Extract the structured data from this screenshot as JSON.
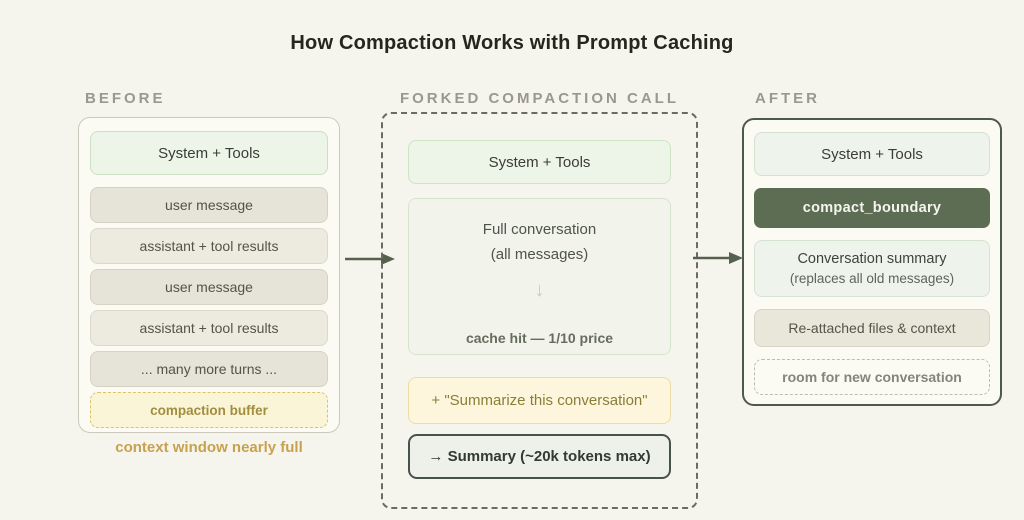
{
  "title": "How Compaction Works with Prompt Caching",
  "colors": {
    "page_background": "#f6f5ed",
    "accent_green_dark": "#5d6d53",
    "accent_green_light": "#edf4e8",
    "accent_yellow_text": "#c8a14f",
    "arrow": "#56604f"
  },
  "before": {
    "label": "BEFORE",
    "boxes": [
      {
        "label": "System + Tools"
      },
      {
        "label": "user message"
      },
      {
        "label": "assistant + tool results"
      },
      {
        "label": "user message"
      },
      {
        "label": "assistant + tool results"
      },
      {
        "label": "... many more turns ..."
      },
      {
        "label": "compaction buffer"
      }
    ],
    "caption": "context window nearly full"
  },
  "forked": {
    "label": "FORKED COMPACTION CALL",
    "system_tools": "System + Tools",
    "full_conversation": {
      "line1": "Full conversation",
      "line2": "(all messages)",
      "down_arrow": "↓",
      "cache_note": "cache hit — 1/10 price"
    },
    "summarize_prompt": "+ \"Summarize this conversation\"",
    "summary_result": "→ Summary (~20k tokens max)"
  },
  "after": {
    "label": "AFTER",
    "boxes": [
      {
        "label": "System + Tools"
      },
      {
        "label": "compact_boundary"
      },
      {
        "label": "Conversation summary",
        "sublabel": "(replaces all old messages)"
      },
      {
        "label": "Re-attached files & context"
      },
      {
        "label": "room for new conversation"
      }
    ]
  }
}
